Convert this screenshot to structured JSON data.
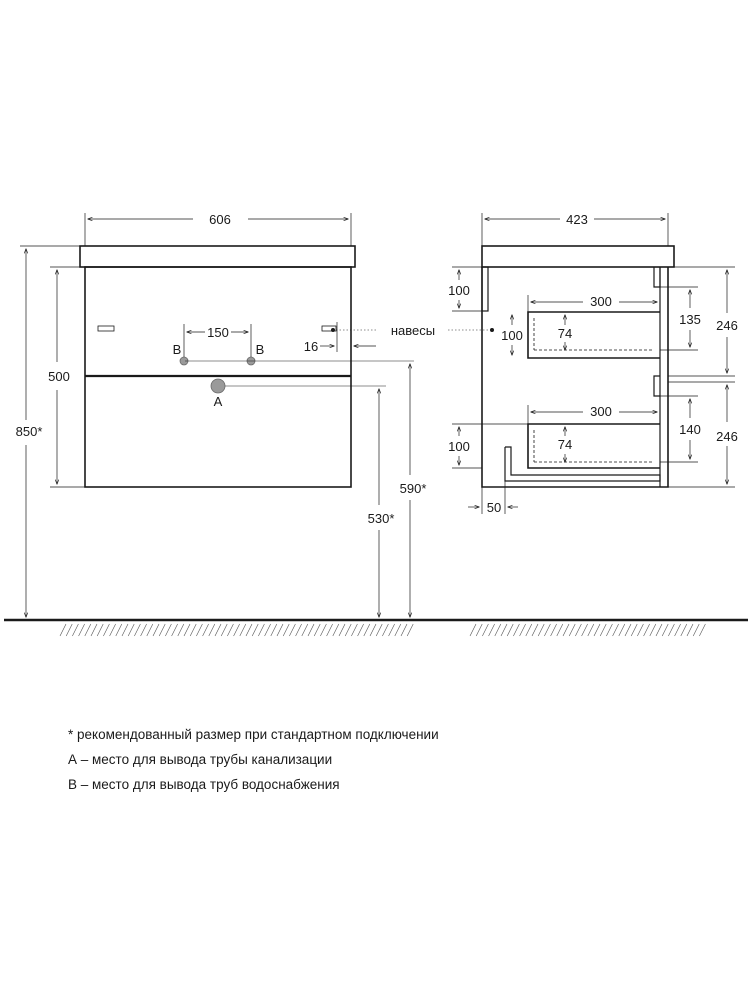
{
  "front_view": {
    "width": "606",
    "height_body": "500",
    "total_height": "850*",
    "pipe_spacing": "150",
    "offset_16": "16",
    "label_b_left": "B",
    "label_b_right": "B",
    "label_a": "A",
    "height_590": "590*",
    "height_530": "530*",
    "hinges_label": "навесы"
  },
  "side_view": {
    "depth": "423",
    "top_100": "100",
    "drawer1_width": "300",
    "drawer1_inner_100": "100",
    "drawer1_74": "74",
    "drawer1_135": "135",
    "drawer1_246": "246",
    "drawer2_width": "300",
    "drawer2_74": "74",
    "bottom_100": "100",
    "drawer2_140": "140",
    "drawer2_246": "246",
    "bottom_50": "50"
  },
  "notes": {
    "line1": "* рекомендованный размер при стандартном подключении",
    "line2": "А – место для вывода трубы канализации",
    "line3": "В – место для вывода труб водоснабжения"
  }
}
